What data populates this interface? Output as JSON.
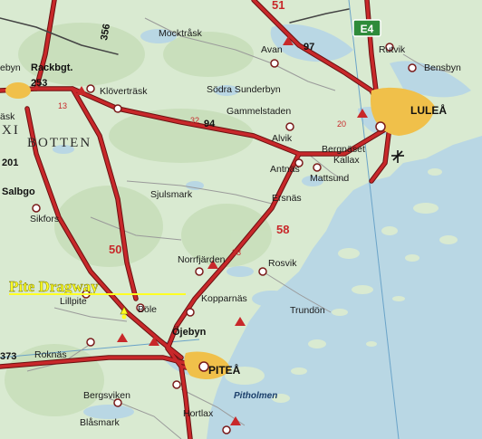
{
  "callout": {
    "label": "Pite Dragway"
  },
  "region": {
    "label": "BOTTEN"
  },
  "highway": {
    "label": "E4"
  },
  "cities": {
    "lulea": "LULEÅ",
    "pitea": "PITEÅ"
  },
  "places": {
    "mocktrask": "Mocktråsk",
    "avan": "Avan",
    "rutvik": "Rutvik",
    "bensbyn": "Bensbyn",
    "ebyn_rackbgt": "Rackbgt.",
    "ebyn": "ebyn",
    "klovertrask": "Klöverträsk",
    "sodra_sunderbyn": "Södra Sunderbyn",
    "gammelstaden": "Gammelstaden",
    "alvik": "Alvik",
    "bergnaset": "Bergnäset",
    "kallax": "Kallax",
    "antnas": "Antnäs",
    "mattsund": "Mattsund",
    "ersnas": "Ersnäs",
    "sjulsmark": "Sjulsmark",
    "sikfors": "Sikfors",
    "salbgo": "Salbgo",
    "norrfjarden": "Norrfjärden",
    "rosvik": "Rosvik",
    "bole": "Böle",
    "kopparnas": "Kopparnäs",
    "trundon": "Trundön",
    "lillpite": "Lillpite",
    "roknas": "Roknäs",
    "ojebyn": "Öjebyn",
    "bergsviken": "Bergsviken",
    "pitholmen": "Pitholmen",
    "hortlax": "Hortlax",
    "blasmark": "Blåsmark",
    "trask": "äsk"
  },
  "roads": {
    "r356": "356",
    "r97": "97",
    "r51": "51",
    "r253": "253",
    "r94": "94",
    "r13": "13",
    "r32": "32",
    "r20": "20",
    "r58": "58",
    "r50": "50",
    "r38": "38",
    "r373": "373",
    "r201": "201",
    "xi": "XI"
  },
  "colors": {
    "land": "#d9ead1",
    "water": "#b9d7e4",
    "forest": "#c7dfbe",
    "road": "#c8282a",
    "road_casing": "#6a1010",
    "city": "#f0c04a",
    "callout": "#ffff22",
    "highway_shield": "#2e8b3a"
  }
}
